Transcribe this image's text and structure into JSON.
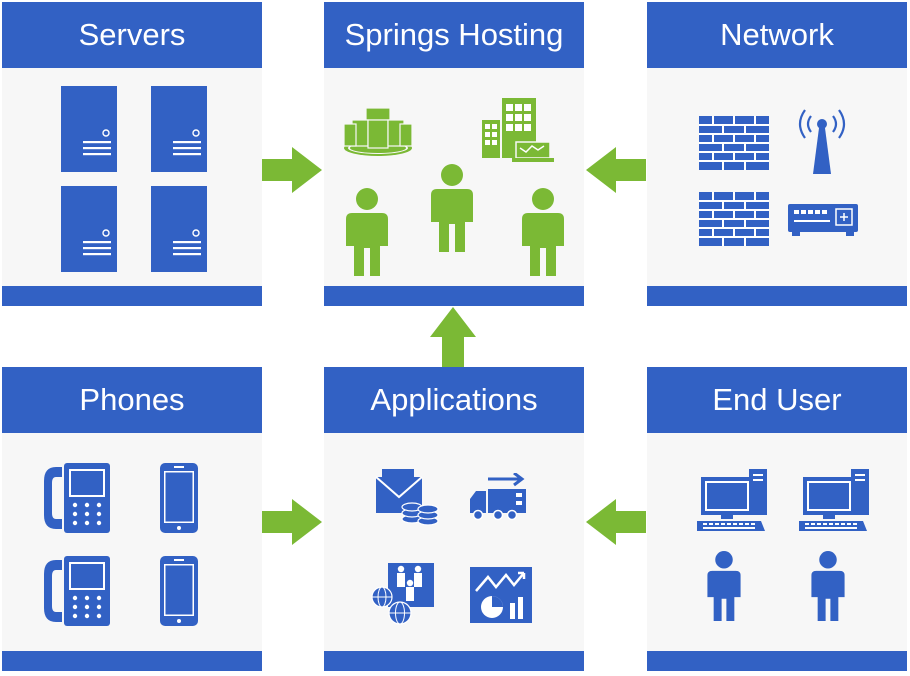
{
  "colors": {
    "blue": "#3261c4",
    "green": "#7bb935",
    "panel": "#f7f7f7"
  },
  "panels": {
    "servers": {
      "title": "Servers",
      "icons": [
        "server-tower-icon",
        "server-tower-icon",
        "server-tower-icon",
        "server-tower-icon"
      ]
    },
    "hosting": {
      "title": "Springs Hosting",
      "icons": [
        "server-cluster-icon",
        "office-building-icon",
        "person-icon",
        "person-icon",
        "person-icon"
      ]
    },
    "network": {
      "title": "Network",
      "icons": [
        "firewall-icon",
        "antenna-tower-icon",
        "firewall-icon",
        "network-switch-icon"
      ]
    },
    "phones": {
      "title": "Phones",
      "icons": [
        "desk-phone-icon",
        "smartphone-icon",
        "desk-phone-icon",
        "smartphone-icon"
      ]
    },
    "applications": {
      "title": "Applications",
      "icons": [
        "mail-coins-icon",
        "delivery-truck-icon",
        "people-globe-icon",
        "analytics-chart-icon"
      ]
    },
    "enduser": {
      "title": "End User",
      "icons": [
        "desktop-computer-icon",
        "desktop-computer-icon",
        "person-icon",
        "person-icon"
      ]
    }
  },
  "arrows": [
    "servers-to-hosting",
    "network-to-hosting",
    "applications-to-hosting",
    "phones-to-applications",
    "enduser-to-applications"
  ]
}
